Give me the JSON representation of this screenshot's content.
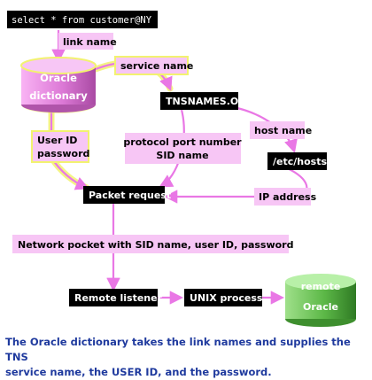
{
  "colors": {
    "pink": "#f7c6f5",
    "pink_border": "#d883d4",
    "arrow": "#e977e5",
    "yellow_glow": "#f2f270",
    "black_label": "#000000",
    "green_light": "#b8f0a8",
    "green_dark": "#4ba238",
    "caption": "#1f3a9e"
  },
  "diagram": {
    "sql_command": "select * from customer@NY",
    "link_name": "link name",
    "oracle_db": {
      "line1": "Oracle",
      "line2": "dictionary"
    },
    "service_name": "service name",
    "tnsnames": "TNSNAMES.ORA",
    "host_name": "host name",
    "etc_hosts": "/etc/hosts",
    "user_id": {
      "line1": "User ID",
      "line2": "password"
    },
    "protocol": {
      "line1": "protocol port number",
      "line2": "SID name"
    },
    "packet_request": "Packet request",
    "ip_address": "IP address",
    "network_packet": "Network pocket with SID name, user ID, password",
    "remote_listener": "Remote listener",
    "unix_process": "UNIX process",
    "remote_db": {
      "line1": "remote",
      "line2": "Oracle"
    }
  },
  "caption": {
    "line1": "The Oracle dictionary takes the link names and supplies the TNS",
    "line2": "service name, the USER ID, and the password."
  }
}
